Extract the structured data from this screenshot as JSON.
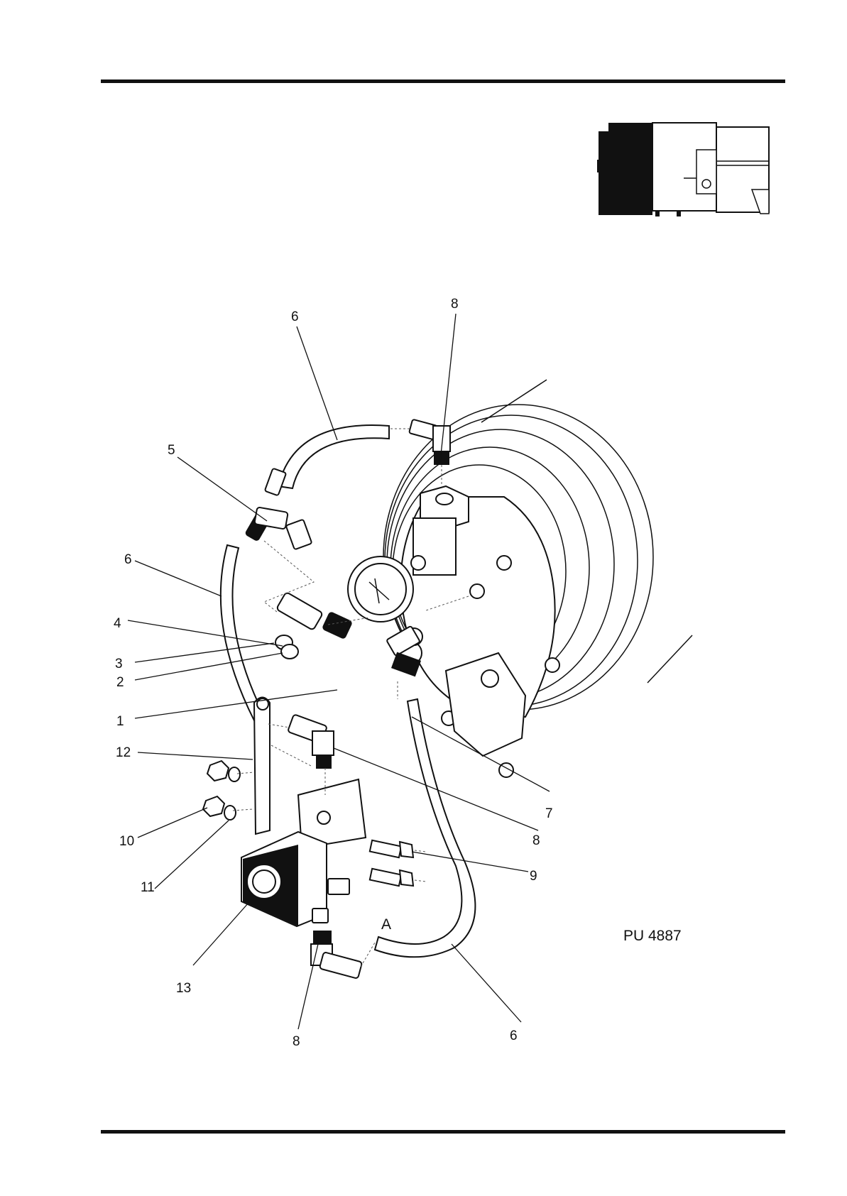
{
  "figure": {
    "code": "PU 4887",
    "view_label": "A",
    "callouts": [
      {
        "id": "c6-top",
        "text": "6"
      },
      {
        "id": "c8-top",
        "text": "8"
      },
      {
        "id": "c5",
        "text": "5"
      },
      {
        "id": "c6-left",
        "text": "6"
      },
      {
        "id": "c4",
        "text": "4"
      },
      {
        "id": "c3",
        "text": "3"
      },
      {
        "id": "c2",
        "text": "2"
      },
      {
        "id": "c1",
        "text": "1"
      },
      {
        "id": "c12",
        "text": "12"
      },
      {
        "id": "c7",
        "text": "7"
      },
      {
        "id": "c10",
        "text": "10"
      },
      {
        "id": "c8-mid",
        "text": "8"
      },
      {
        "id": "c9",
        "text": "9"
      },
      {
        "id": "c11",
        "text": "11"
      },
      {
        "id": "c13",
        "text": "13"
      },
      {
        "id": "c8-bottom",
        "text": "8"
      },
      {
        "id": "c6-bottom",
        "text": "6"
      }
    ]
  }
}
